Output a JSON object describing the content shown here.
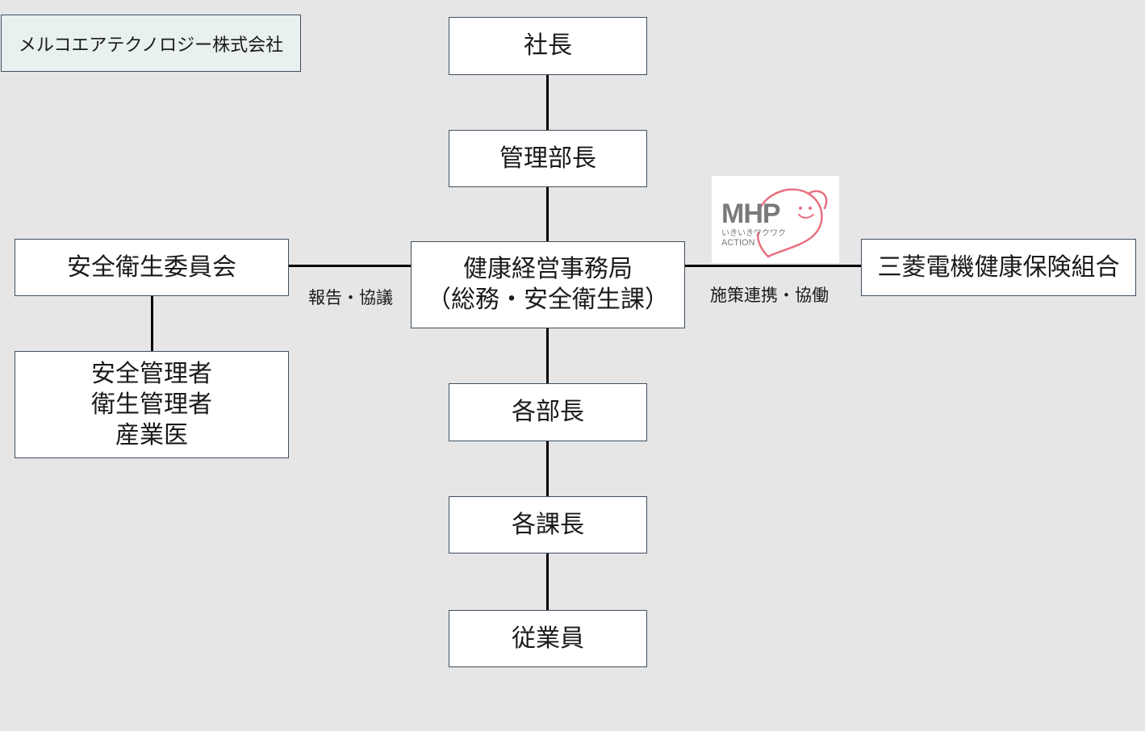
{
  "company": "メルコエアテクノロジー株式会社",
  "nodes": {
    "president": "社長",
    "admin_director": "管理部長",
    "office_line1": "健康経営事務局",
    "office_line2": "（総務・安全衛生課）",
    "dept_heads": "各部長",
    "section_heads": "各課長",
    "employees": "従業員",
    "committee": "安全衛生委員会",
    "officers_line1": "安全管理者",
    "officers_line2": "衛生管理者",
    "officers_line3": "産業医",
    "union": "三菱電機健康保険組合"
  },
  "edges": {
    "report_consult": "報告・協議",
    "policy_cooperation": "施策連携・協働"
  },
  "logo": {
    "text": "MHP",
    "sub": "いきいきワクワク",
    "sub2": "ACTION",
    "heart_color": "#e87080",
    "text_color": "#7a7a7a"
  }
}
